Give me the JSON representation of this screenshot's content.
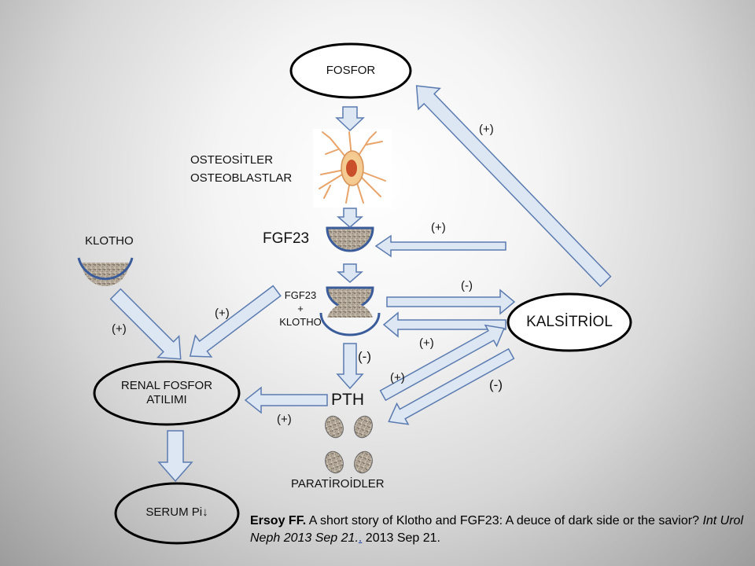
{
  "nodes": {
    "fosfor": "FOSFOR",
    "kalsitriol": "KALSİTRİOL",
    "renal": [
      "RENAL FOSFOR",
      "ATILIMI"
    ],
    "serum": "SERUM Pi↓"
  },
  "labels": {
    "osteositler": "OSTEOSİTLER",
    "osteoblastlar": "OSTEOBLASTLAR",
    "klotho": "KLOTHO",
    "fgf23": "FGF23",
    "complex_fgf23": "FGF23",
    "complex_plus": "+",
    "complex_klotho": "KLOTHO",
    "pth": "PTH",
    "paratiroidler": "PARATİROİDLER"
  },
  "signs": {
    "fosfor_kalsitriol": "(+)",
    "kalsitriol_fgf23": "(+)",
    "klotho_renal": "(+)",
    "complex_renal": "(+)",
    "complex_kalsitriol": "(-)",
    "kalsitriol_complex": "(+)",
    "fgf23_pth": "(-)",
    "pth_kalsitriol": "(+)",
    "kalsitriol_pth": "(-)",
    "pth_renal": "(+)"
  },
  "reference": {
    "author": "Ersoy FF.",
    "title": "A short story of Klotho and FGF23: A deuce of dark side or the savior?",
    "journal": "Int Urol Neph  2013 Sep 21.",
    "link": ".",
    "date": " 2013 Sep 21."
  },
  "colors": {
    "arrow_fill": "#dce7f3",
    "arrow_stroke": "#5b7bb0",
    "receptor_stroke": "#3a5c9a",
    "receptor_fill": "#a59a8c"
  }
}
